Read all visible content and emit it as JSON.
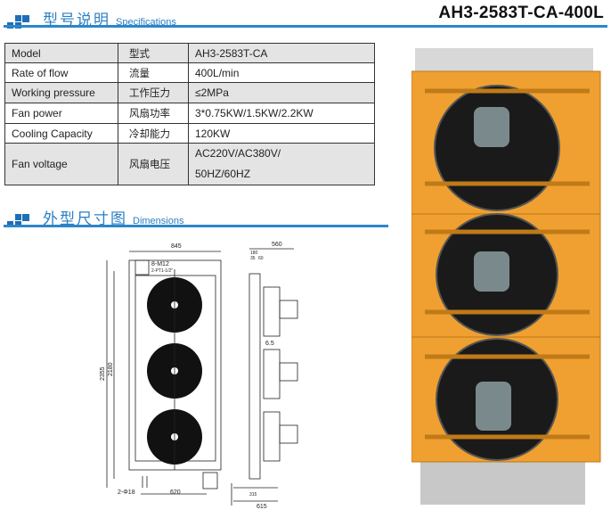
{
  "header": {
    "title_cn": "型号说明",
    "title_en": "Specifications",
    "model": "AH3-2583T-CA-400L"
  },
  "specs": {
    "rows": [
      {
        "en": "Model",
        "cn": "型式",
        "value": "AH3-2583T-CA"
      },
      {
        "en": "Rate of flow",
        "cn": "流量",
        "value": "400L/min"
      },
      {
        "en": "Working pressure",
        "cn": "工作压力",
        "value": "≤2MPa"
      },
      {
        "en": "Fan power",
        "cn": "风扇功率",
        "value": "3*0.75KW/1.5KW/2.2KW"
      },
      {
        "en": "Cooling Capacity",
        "cn": "冷却能力",
        "value": "120KW"
      },
      {
        "en": "Fan voltage",
        "cn": "风扇电压",
        "value": "AC220V/AC380V/",
        "value2": "50HZ/60HZ"
      }
    ]
  },
  "dimensions": {
    "title_cn": "外型尺寸图",
    "title_en": "Dimensions",
    "labels": {
      "width": "845",
      "depth": "560",
      "d180": "180",
      "d35": "35",
      "d60": "60",
      "bolts": "8-M12",
      "ports": "2-PT1-1/2\"",
      "d65": "6.5",
      "height": "2355",
      "h2": "2180",
      "holes": "2-Φ18",
      "base": "620",
      "d315": "315",
      "d615": "615"
    }
  },
  "colors": {
    "accent": "#2a7fc4",
    "frame": "#f0a030"
  }
}
